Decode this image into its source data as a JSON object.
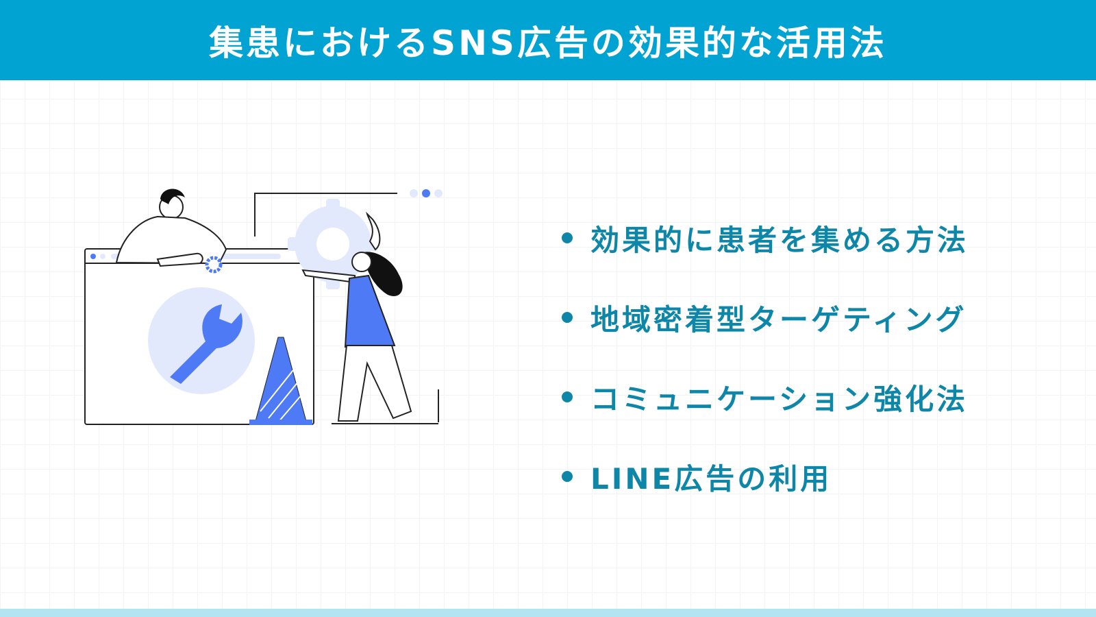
{
  "header": {
    "title": "集患におけるSNS広告の効果的な活用法",
    "background_color": "#00a3d2"
  },
  "illustration": {
    "description_icon": "people-repairing-website-illustration",
    "accent_color": "#4f7af5",
    "light_color": "#e3e9fc"
  },
  "bullets": [
    {
      "text": "効果的に患者を集める方法"
    },
    {
      "text": "地域密着型ターゲティング"
    },
    {
      "text": "コミュニケーション強化法"
    },
    {
      "text": "LINE広告の利用"
    }
  ],
  "colors": {
    "bullet_text": "#0e86a8",
    "footer_band": "#b3e4f2"
  }
}
